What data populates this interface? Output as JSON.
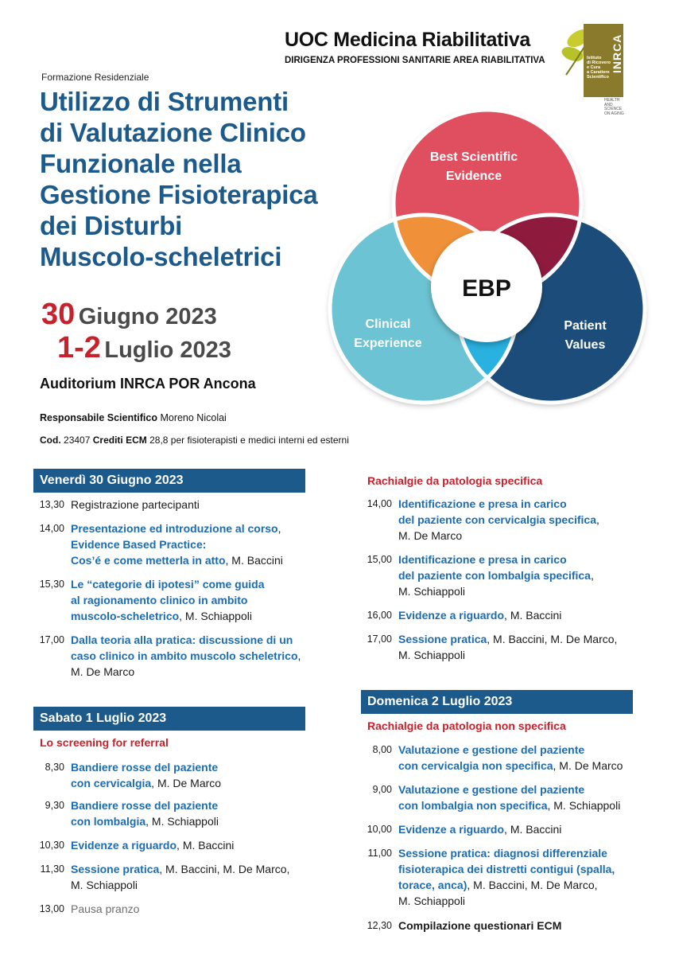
{
  "header": {
    "title": "UOC Medicina Riabilitativa",
    "subtitle": "DIRIGENZA PROFESSIONI SANITARIE AREA RIABILITATIVA",
    "logo_text": "INRCA",
    "logo_lines": [
      "Istituto",
      "di Ricovero",
      "e Cura",
      "a Carattere",
      "Scientifico"
    ],
    "logo_tag": [
      "HEALTH",
      "AND SCIENCE",
      "ON AGING"
    ]
  },
  "event": {
    "type": "Formazione Residenziale",
    "title_lines": [
      "Utilizzo di Strumenti",
      "di Valutazione Clinico",
      "Funzionale nella",
      "Gestione Fisioterapica",
      "dei Disturbi",
      "Muscolo-scheletrici"
    ],
    "date1_num": "30",
    "date1_txt": "Giugno 2023",
    "date2_num": "1-2",
    "date2_txt": "Luglio 2023",
    "venue": "Auditorium INRCA POR Ancona",
    "resp_label": "Responsabile Scientifico",
    "resp_name": "Moreno Nicolai",
    "cod_label": "Cod.",
    "cod_value": "23407",
    "crediti_label": "Crediti ECM",
    "crediti_text": "28,8 per  fisioterapisti e medici interni ed esterni"
  },
  "venn": {
    "top_l1": "Best Scientific",
    "top_l2": "Evidence",
    "left_l1": "Clinical",
    "left_l2": "Experience",
    "right_l1": "Patient",
    "right_l2": "Values",
    "center": "EBP",
    "colors": {
      "top": "#e0505e",
      "left": "#6cc3d3",
      "right": "#1b4e7a",
      "ov_tl": "#f0913a",
      "ov_tr": "#8e1a3e",
      "ov_lr": "#29b1e0"
    }
  },
  "day1": {
    "header": "Venerdì 30 Giugno 2023",
    "items": [
      {
        "time": "13,30",
        "lines": [
          [
            {
              "t": "Registrazione partecipanti",
              "s": "n"
            }
          ]
        ]
      },
      {
        "time": "14,00",
        "lines": [
          [
            {
              "t": "Presentazione ed introduzione al corso",
              "s": "b"
            },
            {
              "t": ",",
              "s": "n"
            }
          ],
          [
            {
              "t": "Evidence Based Practice:",
              "s": "b"
            }
          ],
          [
            {
              "t": "Cos’é e come metterla in atto",
              "s": "b"
            },
            {
              "t": ", M. Baccini",
              "s": "n"
            }
          ]
        ]
      },
      {
        "time": "15,30",
        "lines": [
          [
            {
              "t": "Le “categorie di ipotesi” come guida",
              "s": "b"
            }
          ],
          [
            {
              "t": "al ragionamento clinico in ambito",
              "s": "b"
            }
          ],
          [
            {
              "t": "muscolo-scheletrico",
              "s": "b"
            },
            {
              "t": ", M. Schiappoli",
              "s": "n"
            }
          ]
        ]
      },
      {
        "time": "17,00",
        "lines": [
          [
            {
              "t": "Dalla teoria alla pratica: discussione di un",
              "s": "b"
            }
          ],
          [
            {
              "t": "caso clinico in ambito muscolo scheletrico",
              "s": "b"
            },
            {
              "t": ",",
              "s": "n"
            }
          ],
          [
            {
              "t": "M. De Marco",
              "s": "n"
            }
          ]
        ]
      }
    ]
  },
  "day2": {
    "header": "Sabato 1 Luglio 2023",
    "subheader": "Lo screening for referral",
    "items": [
      {
        "time": "8,30",
        "lines": [
          [
            {
              "t": "Bandiere rosse del paziente",
              "s": "b"
            }
          ],
          [
            {
              "t": "con cervicalgia",
              "s": "b"
            },
            {
              "t": ", M. De Marco",
              "s": "n"
            }
          ]
        ]
      },
      {
        "time": "9,30",
        "lines": [
          [
            {
              "t": "Bandiere rosse del paziente",
              "s": "b"
            }
          ],
          [
            {
              "t": "con lombalgia",
              "s": "b"
            },
            {
              "t": ", M. Schiappoli",
              "s": "n"
            }
          ]
        ]
      },
      {
        "time": "10,30",
        "lines": [
          [
            {
              "t": "Evidenze a riguardo",
              "s": "b"
            },
            {
              "t": ", M. Baccini",
              "s": "n"
            }
          ]
        ]
      },
      {
        "time": "11,30",
        "lines": [
          [
            {
              "t": "Sessione pratica",
              "s": "b"
            },
            {
              "t": ", M. Baccini, M. De Marco,",
              "s": "n"
            }
          ],
          [
            {
              "t": "M. Schiappoli",
              "s": "n"
            }
          ]
        ]
      },
      {
        "time": "13,00",
        "lines": [
          [
            {
              "t": "Pausa pranzo",
              "s": "g"
            }
          ]
        ]
      }
    ]
  },
  "day2b": {
    "subheader": "Rachialgie da patologia specifica",
    "items": [
      {
        "time": "14,00",
        "lines": [
          [
            {
              "t": "Identificazione e presa in carico",
              "s": "b"
            }
          ],
          [
            {
              "t": "del paziente con cervicalgia specifica",
              "s": "b"
            },
            {
              "t": ",",
              "s": "n"
            }
          ],
          [
            {
              "t": "M. De Marco",
              "s": "n"
            }
          ]
        ]
      },
      {
        "time": "15,00",
        "lines": [
          [
            {
              "t": "Identificazione e presa in carico",
              "s": "b"
            }
          ],
          [
            {
              "t": "del paziente con lombalgia specifica",
              "s": "b"
            },
            {
              "t": ",",
              "s": "n"
            }
          ],
          [
            {
              "t": "M. Schiappoli",
              "s": "n"
            }
          ]
        ]
      },
      {
        "time": "16,00",
        "lines": [
          [
            {
              "t": "Evidenze a riguardo",
              "s": "b"
            },
            {
              "t": ", M. Baccini",
              "s": "n"
            }
          ]
        ]
      },
      {
        "time": "17,00",
        "lines": [
          [
            {
              "t": "Sessione pratica",
              "s": "b"
            },
            {
              "t": ", M. Baccini, M. De Marco,",
              "s": "n"
            }
          ],
          [
            {
              "t": "M. Schiappoli",
              "s": "n"
            }
          ]
        ]
      }
    ]
  },
  "day3": {
    "header": "Domenica 2 Luglio 2023",
    "subheader": "Rachialgie da patologia non specifica",
    "items": [
      {
        "time": "8,00",
        "lines": [
          [
            {
              "t": "Valutazione e gestione del paziente",
              "s": "b"
            }
          ],
          [
            {
              "t": "con cervicalgia non specifica",
              "s": "b"
            },
            {
              "t": ", M. De Marco",
              "s": "n"
            }
          ]
        ]
      },
      {
        "time": "9,00",
        "lines": [
          [
            {
              "t": "Valutazione e gestione del paziente",
              "s": "b"
            }
          ],
          [
            {
              "t": "con lombalgia non specifica",
              "s": "b"
            },
            {
              "t": ", M. Schiappoli",
              "s": "n"
            }
          ]
        ]
      },
      {
        "time": "10,00",
        "lines": [
          [
            {
              "t": "Evidenze a riguardo",
              "s": "b"
            },
            {
              "t": ", M. Baccini",
              "s": "n"
            }
          ]
        ]
      },
      {
        "time": "11,00",
        "lines": [
          [
            {
              "t": "Sessione pratica: diagnosi differenziale",
              "s": "b"
            }
          ],
          [
            {
              "t": "fisioterapica dei distretti contigui (spalla,",
              "s": "b"
            }
          ],
          [
            {
              "t": "torace, anca)",
              "s": "b"
            },
            {
              "t": ", M. Baccini, M. De Marco,",
              "s": "n"
            }
          ],
          [
            {
              "t": "M. Schiappoli",
              "s": "n"
            }
          ]
        ]
      },
      {
        "time": "12,30",
        "lines": [
          [
            {
              "t": "Compilazione questionari ECM",
              "s": "k"
            }
          ]
        ]
      }
    ]
  }
}
